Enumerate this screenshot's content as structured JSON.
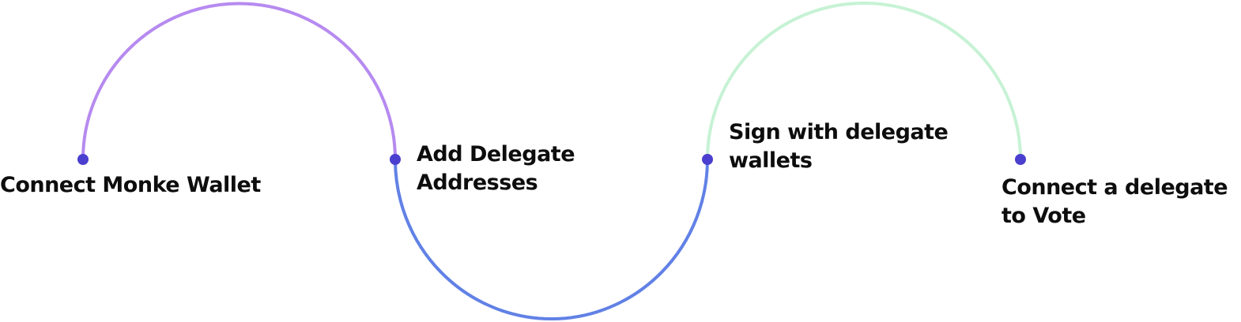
{
  "steps": [
    {
      "label": "Connect Monke Wallet"
    },
    {
      "label": "Add Delegate Addresses"
    },
    {
      "label": "Sign with delegate wallets"
    },
    {
      "label": "Connect a delegate to Vote"
    }
  ],
  "colors": {
    "arc_1": "#b68af0",
    "arc_2": "#6181e6",
    "arc_3": "#c6f2d4",
    "dot": "#4a3fcf",
    "text": "#0d0d0d"
  }
}
